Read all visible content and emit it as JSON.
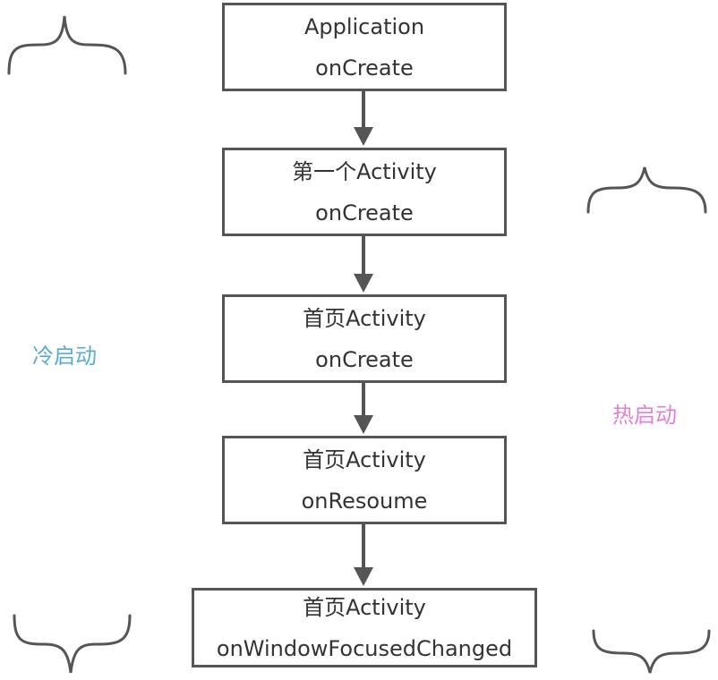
{
  "nodes": [
    {
      "line1": "Application",
      "line2": "onCreate"
    },
    {
      "line1": "第一个Activity",
      "line2": "onCreate"
    },
    {
      "line1": "首页Activity",
      "line2": "onCreate"
    },
    {
      "line1": "首页Activity",
      "line2": "onResoume"
    },
    {
      "line1": "首页Activity",
      "line2": "onWindowFocusedChanged"
    }
  ],
  "labels": {
    "cold_start": "冷启动",
    "hot_start": "热启动"
  },
  "colors": {
    "cold_start": "#5aaad6",
    "hot_start": "#e07fd6",
    "stroke": "#555555"
  }
}
